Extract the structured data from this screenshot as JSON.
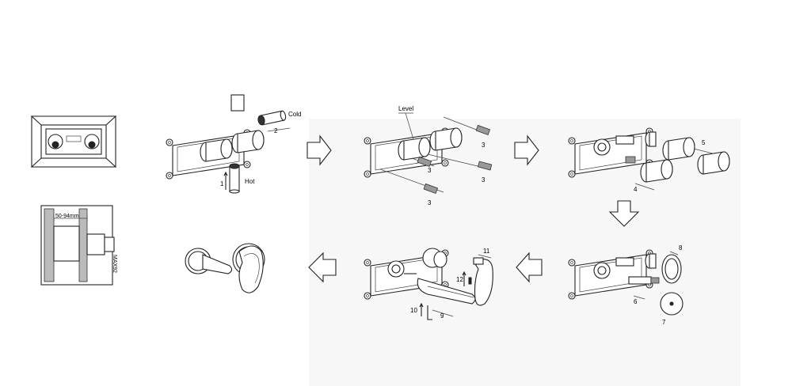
{
  "labels": {
    "cold": "Cold",
    "hot": "Hot",
    "level": "Level",
    "wall_depth": "50-94mm",
    "max_depth": "MAX92",
    "n1": "1",
    "n2": "2",
    "n3": "3",
    "n4": "4",
    "n5": "5",
    "n6": "6",
    "n7": "7",
    "n8": "8",
    "n9": "9",
    "n10": "10",
    "n11": "11",
    "n12": "12"
  },
  "icons": [
    "arrow-right-icon",
    "arrow-down-icon",
    "arrow-left-icon"
  ]
}
